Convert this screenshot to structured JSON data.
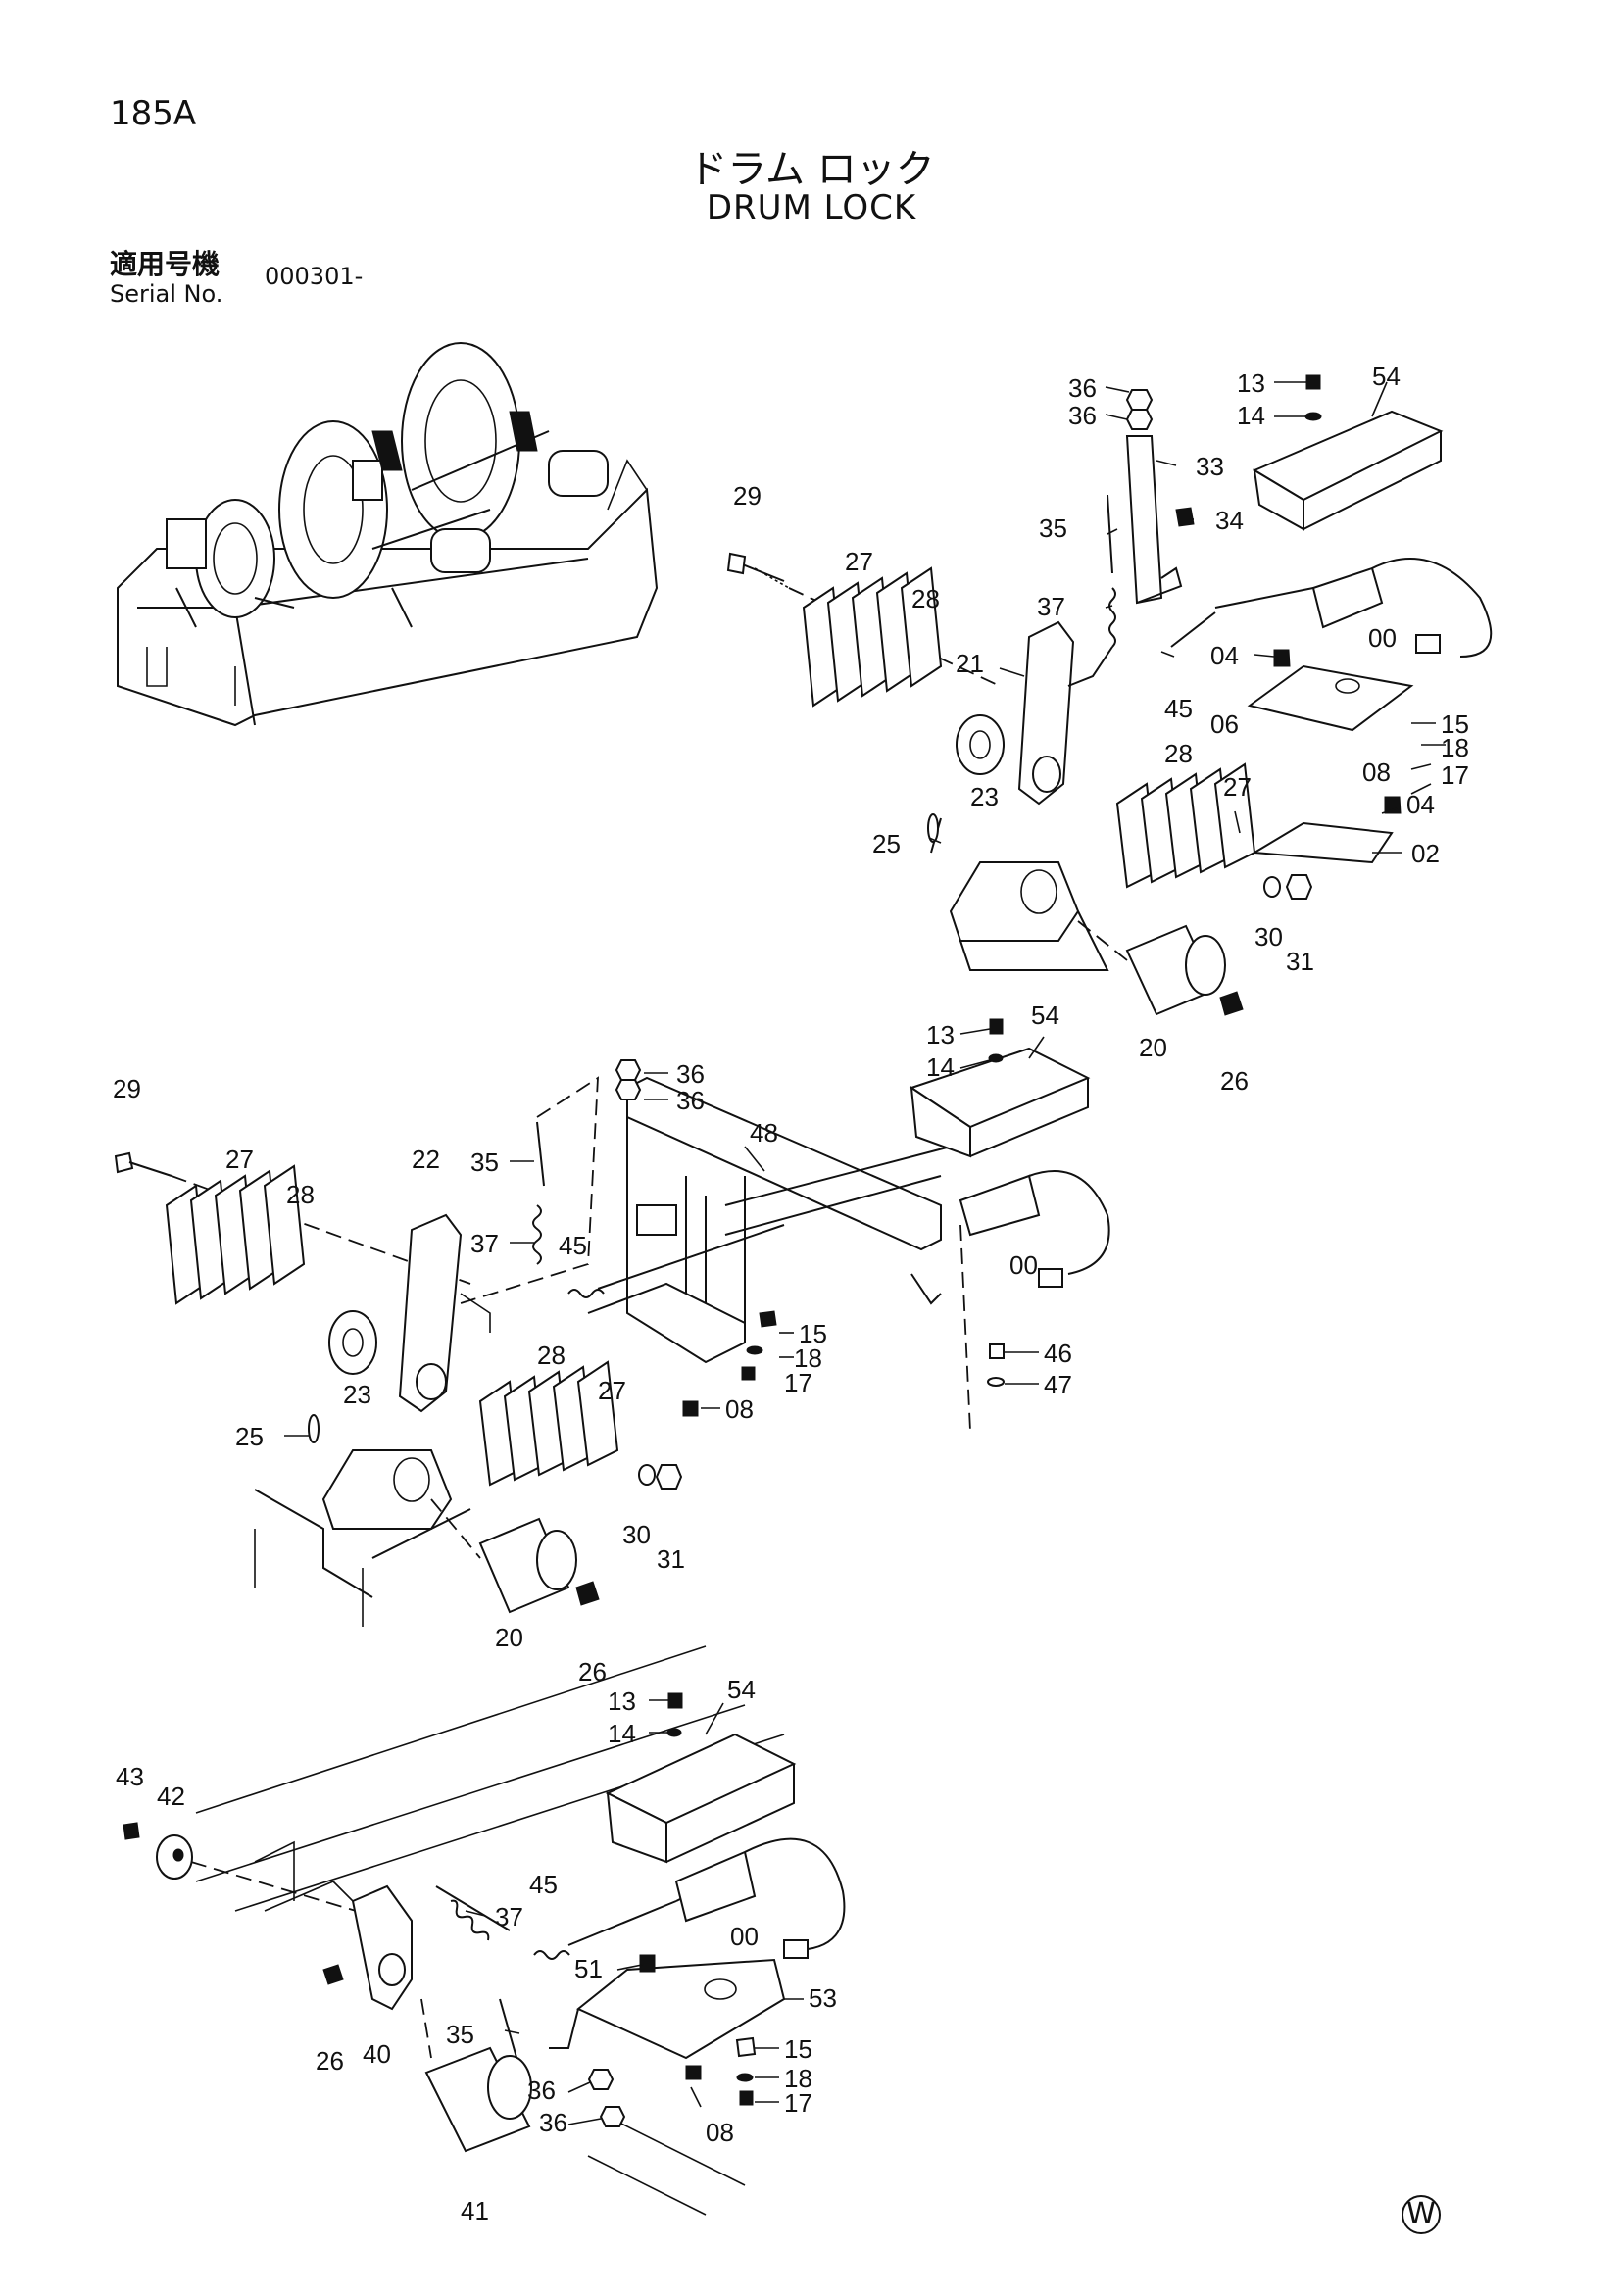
{
  "header": {
    "page_number": "185A",
    "title_jp": "ドラム ロック",
    "title_en": "DRUM LOCK",
    "serial_label_jp": "適用号機",
    "serial_label_en": "Serial No.",
    "serial_value": "000301-"
  },
  "footer": {
    "mark": "W"
  },
  "callouts": {
    "c1_36a": "36",
    "c1_36b": "36",
    "c1_13": "13",
    "c1_14": "14",
    "c1_54": "54",
    "c1_33": "33",
    "c1_29": "29",
    "c1_35": "35",
    "c1_34": "34",
    "c1_27": "27",
    "c1_28": "28",
    "c1_37": "37",
    "c1_21": "21",
    "c1_00": "00",
    "c1_04a": "04",
    "c1_45": "45",
    "c1_15": "15",
    "c1_06": "06",
    "c1_18": "18",
    "c1_08": "08",
    "c1_17": "17",
    "c1_28b": "28",
    "c1_27b": "27",
    "c1_04b": "04",
    "c1_23": "23",
    "c1_02": "02",
    "c1_25": "25",
    "c1_30": "30",
    "c1_31": "31",
    "c1_20": "20",
    "c1_26": "26",
    "c2_13": "13",
    "c2_54": "54",
    "c2_14": "14",
    "c2_36a": "36",
    "c2_36b": "36",
    "c2_29": "29",
    "c2_48": "48",
    "c2_35": "35",
    "c2_27": "27",
    "c2_22": "22",
    "c2_28": "28",
    "c2_37": "37",
    "c2_45": "45",
    "c2_00": "00",
    "c2_15": "15",
    "c2_46": "46",
    "c2_18": "18",
    "c2_17": "17",
    "c2_47": "47",
    "c2_23": "23",
    "c2_08": "08",
    "c2_28b": "28",
    "c2_27b": "27",
    "c2_25": "25",
    "c2_30": "30",
    "c2_31": "31",
    "c2_20": "20",
    "c2_26": "26",
    "c3_13": "13",
    "c3_54": "54",
    "c3_14": "14",
    "c3_43": "43",
    "c3_42": "42",
    "c3_45": "45",
    "c3_37": "37",
    "c3_00": "00",
    "c3_51": "51",
    "c3_53": "53",
    "c3_35": "35",
    "c3_15": "15",
    "c3_26": "26",
    "c3_40": "40",
    "c3_36a": "36",
    "c3_18": "18",
    "c3_36b": "36",
    "c3_08": "08",
    "c3_17": "17",
    "c3_41": "41"
  }
}
